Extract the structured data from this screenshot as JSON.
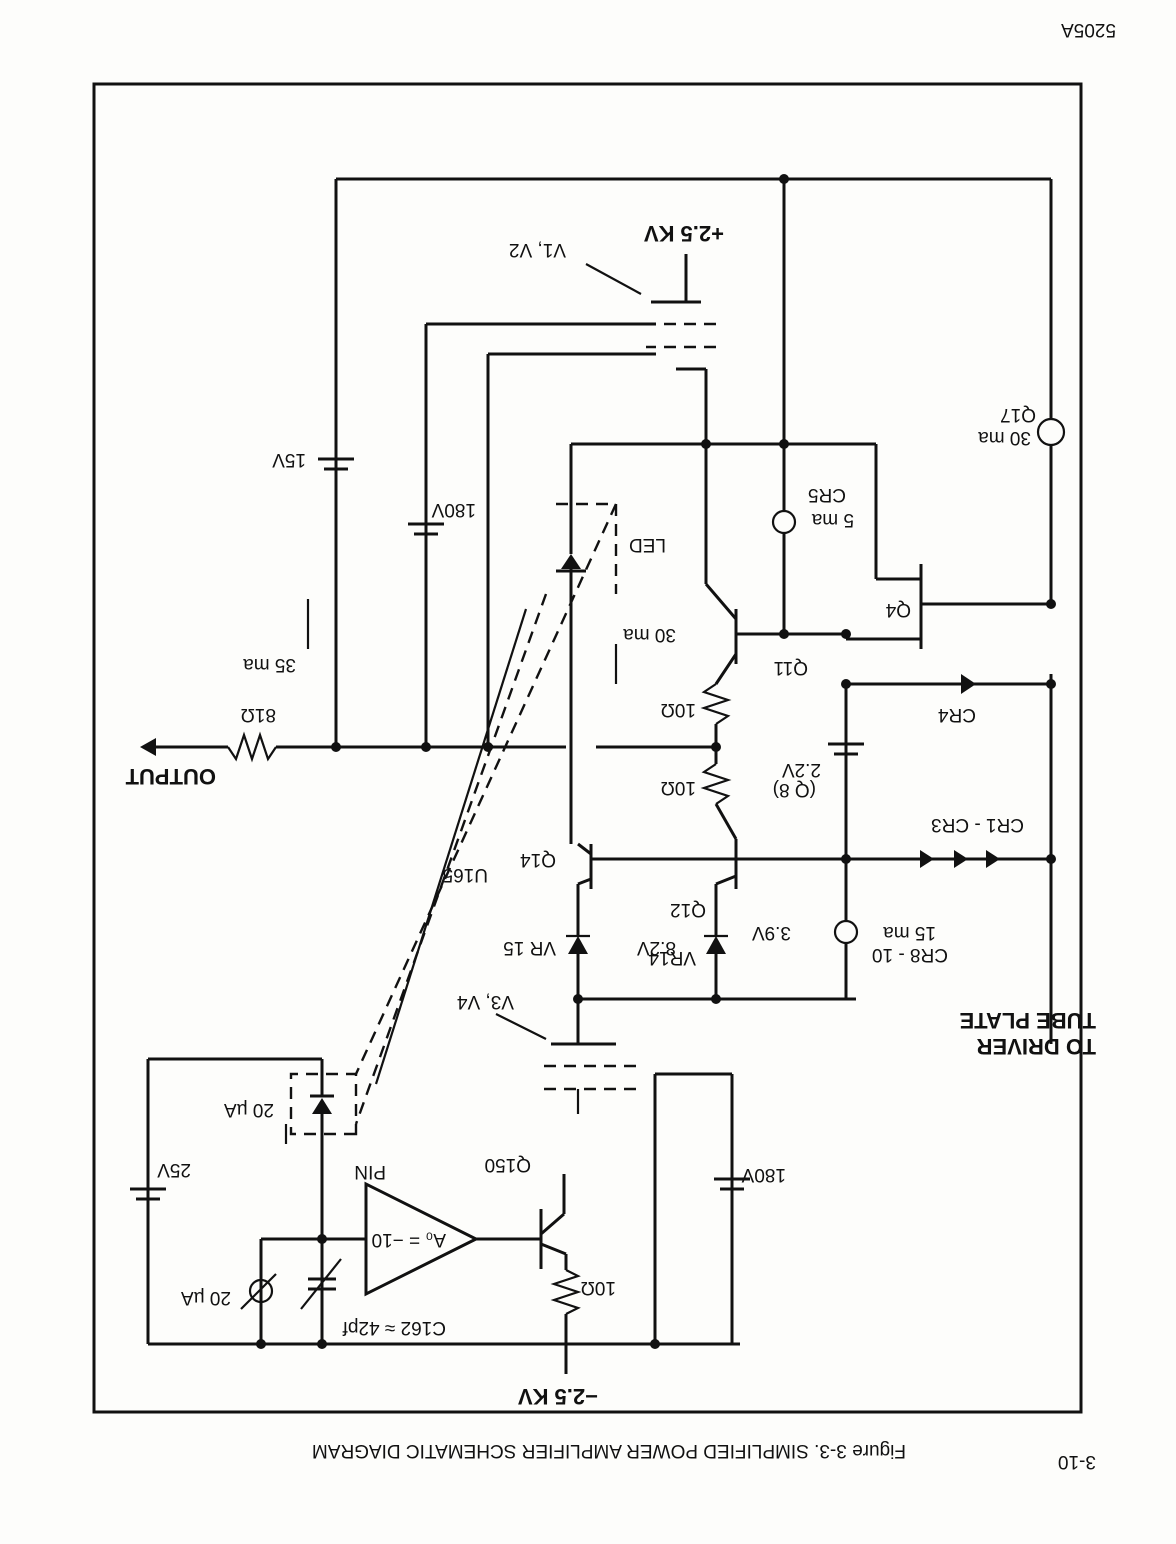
{
  "page": {
    "page_number": "3-10",
    "doc_code": "5205A",
    "figure_caption": "Figure 3-3.  SIMPLIFIED POWER AMPLIFIER SCHEMATIC DIAGRAM"
  },
  "labels": {
    "neg_hv": "−2.5 KV",
    "pos_hv": "+2.5 KV",
    "r10_top": "10Ω",
    "q150": "Q150",
    "v180_top": "180V",
    "c162": "C162 ≈ 42pf",
    "i20_top": "20 µA",
    "v25": "25V",
    "gain": "A₀ = −10",
    "pin": "PIN",
    "i20_pin": "20 µA",
    "v3v4": "V3, V4",
    "u165": "U165",
    "to_driver_1": "TO DRIVER",
    "to_driver_2": "TUBE PLATE",
    "vr15": "VR 15",
    "v82": "8.2V",
    "vr14": "VR14",
    "v39": "3.9V",
    "cr810": "CR8 - 10",
    "ma15": "15  ma",
    "q14": "Q14",
    "q12": "Q12",
    "r10_mid1": "10Ω",
    "r10_mid2": "10Ω",
    "v22": "2.2V",
    "q8": "(Q 8)",
    "cr13": "CR1  -  CR3",
    "cr4": "CR4",
    "output": "OUTPUT",
    "r81": "81Ω",
    "ma35": "35 ma",
    "ma30_led": "30 ma",
    "q11": "Q11",
    "q4": "Q4",
    "led": "LED",
    "cr5": "CR5",
    "ma5": "5 ma",
    "v180_bot": "180V",
    "v15": "15V",
    "q17": "Q17",
    "ma30_q17": "30 ma",
    "v1v2": "V1, V2"
  }
}
